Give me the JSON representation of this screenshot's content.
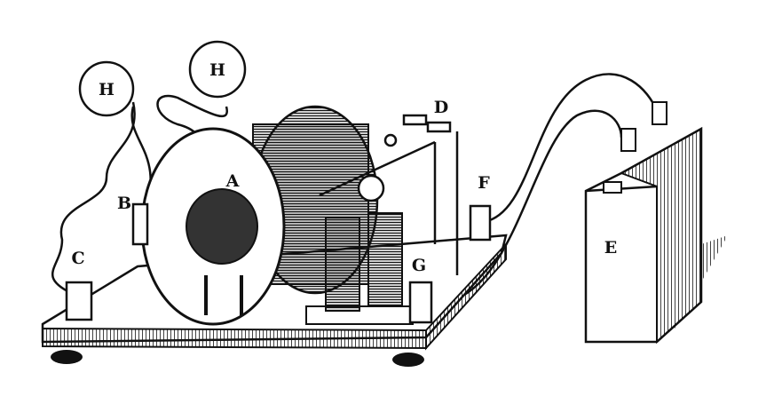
{
  "labels": {
    "h1": "H",
    "h2": "H",
    "a": "A",
    "b": "B",
    "c": "C",
    "d": "D",
    "e": "E",
    "f": "F",
    "g": "G"
  },
  "colors": {
    "ink": "#111111",
    "paper": "#ffffff"
  }
}
